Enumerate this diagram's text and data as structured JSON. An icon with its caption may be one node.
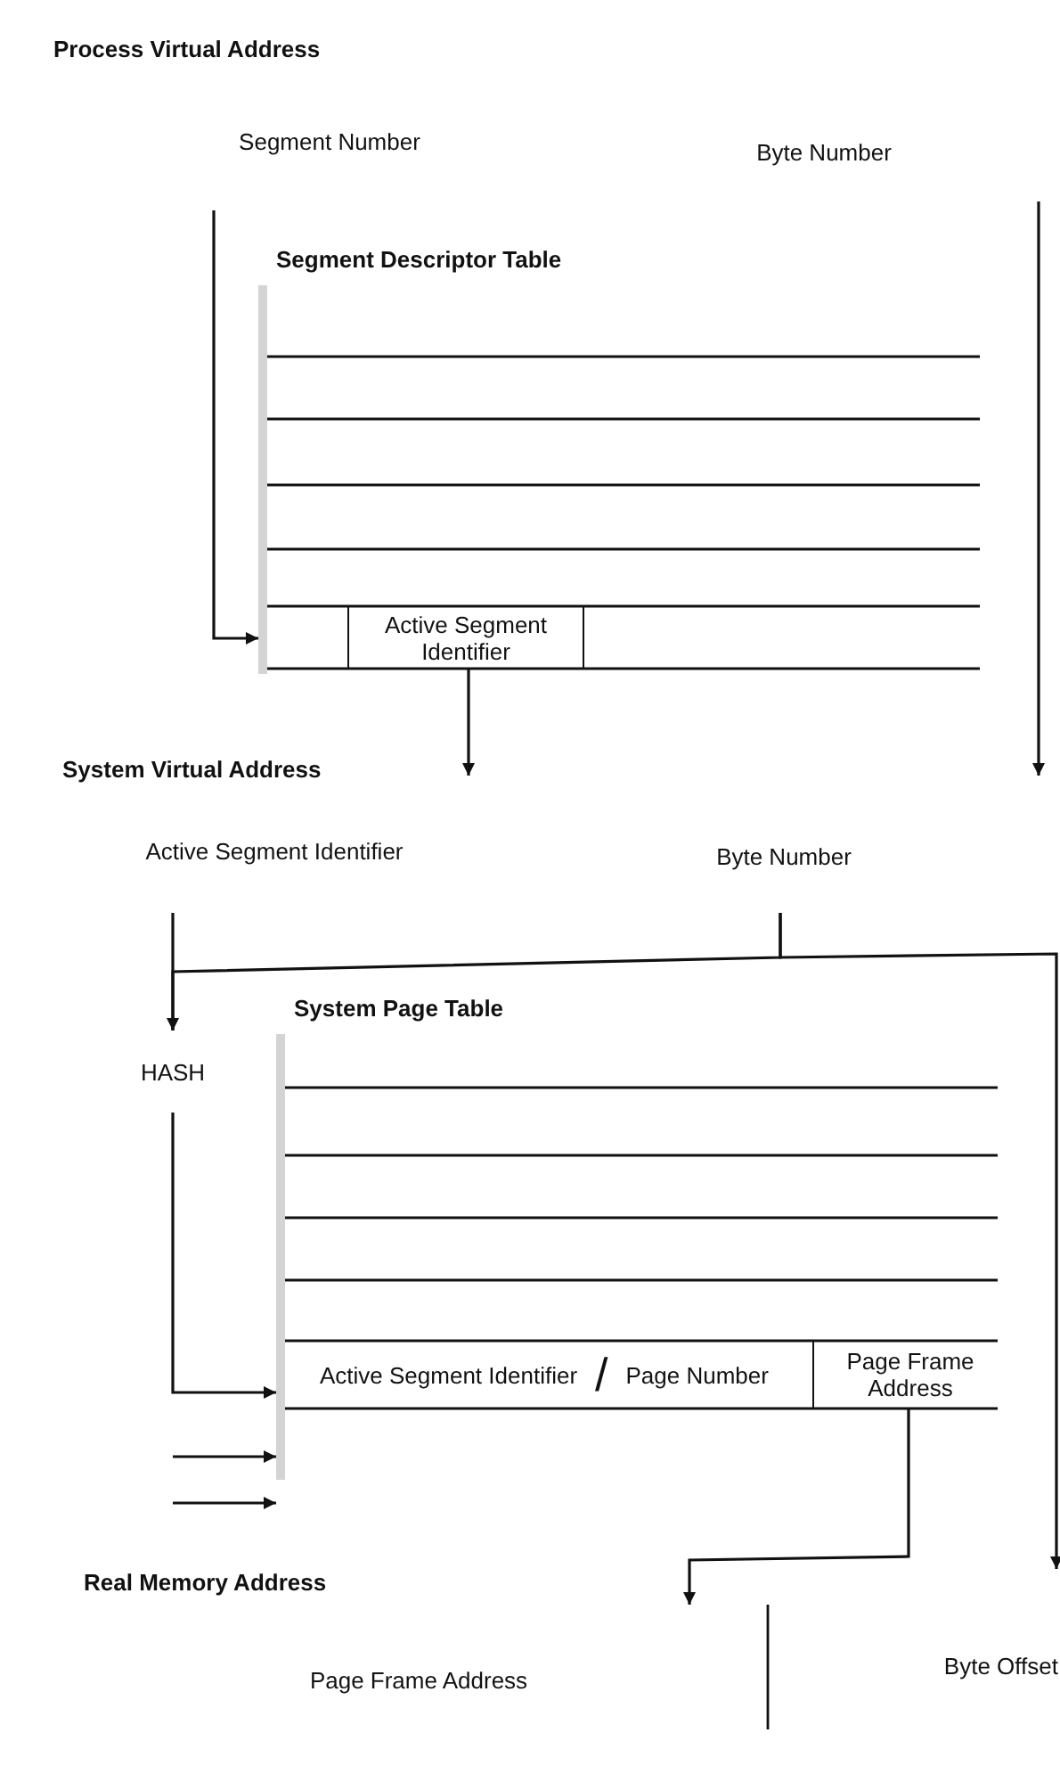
{
  "diagram": {
    "nodes": [
      {
        "text": [
          "Segment Number"
        ]
      },
      {
        "text": [
          "Byte Number"
        ]
      },
      {
        "text": [
          "Segment Descriptor Table"
        ]
      },
      {
        "text": [
          "Active Segment Identifier"
        ],
        "in": 2
      },
      {
        "text": [
          "Active Segment Identifier"
        ]
      },
      {
        "text": [
          "Byte Number"
        ]
      },
      {
        "text": [
          "HASH"
        ]
      },
      {
        "text": [
          "System Page Table"
        ]
      },
      {
        "text": [
          "Active Segment Identifier",
          "/",
          "Page Number"
        ],
        "in": 7
      },
      {
        "text": [
          "Page Frame Address"
        ],
        "in": 7
      },
      {
        "text": [
          "Page Frame Address"
        ]
      },
      {
        "text": [
          "Byte Offset"
        ]
      }
    ],
    "edges": [
      {
        "from": 0,
        "to": 2,
        "arrow": "to"
      },
      {
        "from": 3,
        "to": 4,
        "arrow": "to"
      },
      {
        "from": 4,
        "to": 6,
        "arrow": "none"
      },
      {
        "from": 5,
        "to": 6,
        "arrow": "to"
      },
      {
        "from": 5,
        "to": 11,
        "arrow": "to"
      },
      {
        "from": 6,
        "to": 7,
        "arrow": "to"
      },
      {
        "from": null,
        "to": 7,
        "arrow": "to"
      },
      {
        "from": null,
        "to": 7,
        "arrow": "to"
      },
      {
        "from": 9,
        "to": null,
        "arrow": "to"
      }
    ],
    "labels": [
      "Process Virtual Address",
      "System Virtual Address",
      "Real Memory Address"
    ]
  }
}
